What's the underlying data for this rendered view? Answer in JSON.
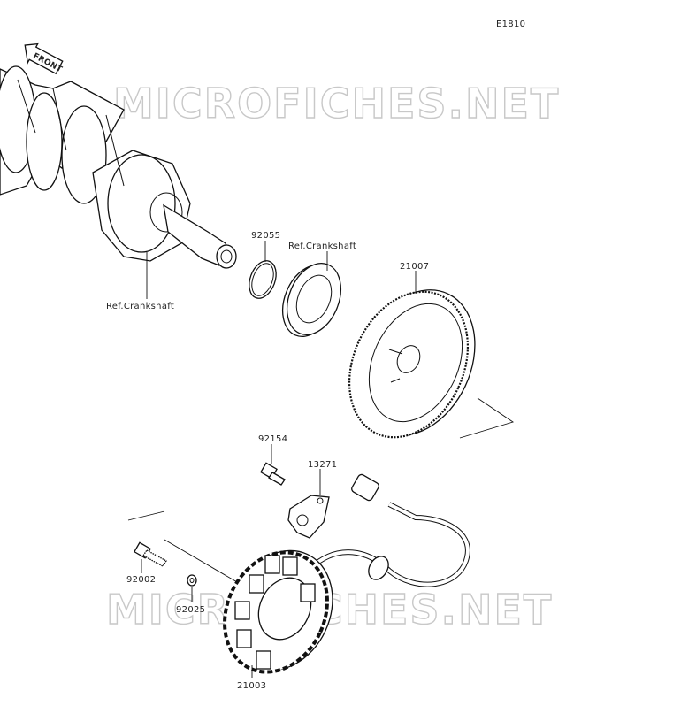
{
  "diagram_code": "E1810",
  "front_label": "FRONT",
  "watermark_top": "MICROFICHES.NET",
  "watermark_bottom": "MICROFICHES.NET",
  "labels": {
    "ref_crankshaft_1": "Ref.Crankshaft",
    "ref_crankshaft_2": "Ref.Crankshaft",
    "p92055": "92055",
    "p21007": "21007",
    "p92154": "92154",
    "p13271": "13271",
    "p92002": "92002",
    "p92025": "92025",
    "p21003": "21003"
  }
}
